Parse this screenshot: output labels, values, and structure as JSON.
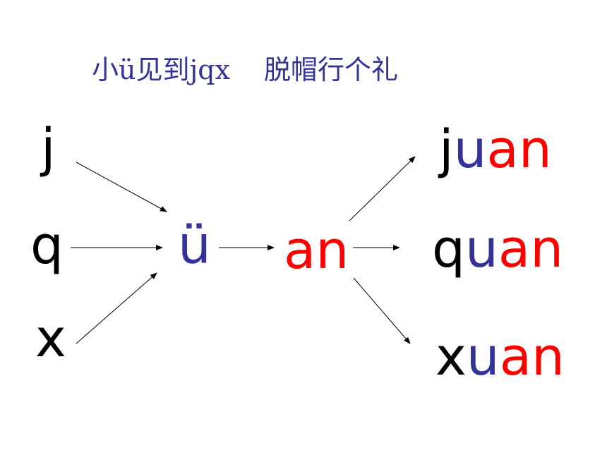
{
  "colors": {
    "black": "#000000",
    "blue": "#333399",
    "red": "#ff0000"
  },
  "title": {
    "part1": "小ü见到jqx",
    "part2": "脱帽行个礼"
  },
  "initials": {
    "j": "j",
    "q": "q",
    "x": "x"
  },
  "medial": "ü",
  "final": "an",
  "results": [
    {
      "initial": "j",
      "medial": "u",
      "final": "an"
    },
    {
      "initial": "q",
      "medial": "u",
      "final": "an"
    },
    {
      "initial": "x",
      "medial": "u",
      "final": "an"
    }
  ]
}
